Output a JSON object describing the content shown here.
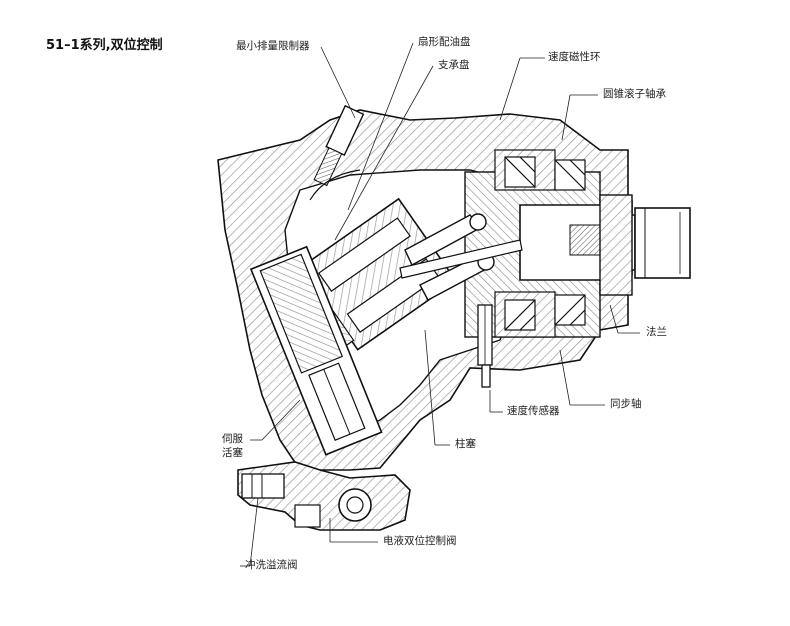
{
  "title": "51–1系列,双位控制",
  "labels": {
    "min_displacement_limiter": "最小排量限制器",
    "kidney_port_plate": "扇形配油盘",
    "support_plate": "支承盘",
    "speed_magnetic_ring": "速度磁性环",
    "tapered_roller_bearing": "圆锥滚子轴承",
    "flange": "法兰",
    "sync_shaft": "同步轴",
    "speed_sensor": "速度传感器",
    "piston": "柱塞",
    "servo_piston_line1": "伺服",
    "servo_piston_line2": "活塞",
    "ehydraulic_two_position_valve": "电液双位控制阀",
    "flushing_overflow_valve": "冲洗溢流阀"
  },
  "colors": {
    "housing_hatch": "#a9a9a9",
    "line": "#111111",
    "leader": "#222222",
    "watermark": "#cfcfcf"
  }
}
